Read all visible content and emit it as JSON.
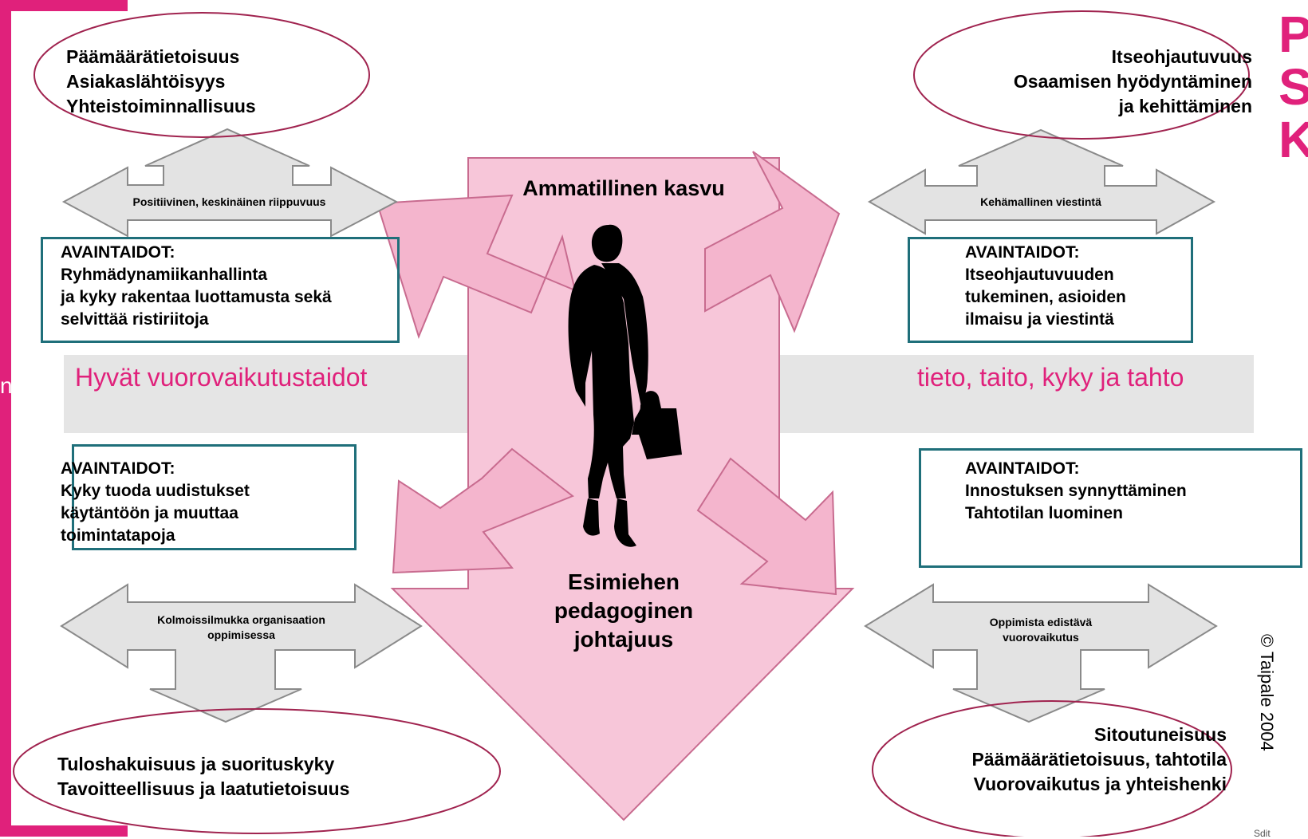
{
  "colors": {
    "accent": "#e0217b",
    "pink_fill": "#f7c6d9",
    "arrow_gray": "#e3e3e3",
    "box_border": "#1f6f7a",
    "band_gray": "#e5e5e5"
  },
  "center": {
    "top_label": "Ammatillinen kasvu",
    "bottom_lines": [
      "Esimiehen",
      "pedagoginen",
      "johtajuus"
    ]
  },
  "band": {
    "left": "Hyvät vuorovaikutustaidot",
    "right": "tieto, taito, kyky ja tahto",
    "edge_fragment": "n"
  },
  "ellipses": {
    "top_left": [
      "Päämäärätietoisuus",
      "Asiakaslähtöisyys",
      "Yhteistoiminnallisuus"
    ],
    "top_right": [
      "Itseohjautuvuus",
      "Osaamisen hyödyntäminen",
      "ja kehittäminen"
    ],
    "bottom_left": [
      "Tuloshakuisuus ja suorituskyky",
      "Tavoitteellisuus ja laatutietoisuus"
    ],
    "bottom_right": [
      "Sitoutuneisuus",
      "Päämäärätietoisuus, tahtotila",
      "Vuorovaikutus ja yhteishenki"
    ]
  },
  "arrows": {
    "top_left": "Positiivinen, keskinäinen riippuvuus",
    "top_right": "Kehämallinen viestintä",
    "bottom_left": [
      "Kolmoissilmukka organisaation",
      "oppimisessa"
    ],
    "bottom_right": [
      "Oppimista edistävä",
      "vuorovaikutus"
    ]
  },
  "boxes": {
    "top_left": [
      "AVAINTAIDOT:",
      "Ryhmädynamiikanhallinta",
      "ja kyky rakentaa luottamusta sekä",
      "selvittää ristiriitoja"
    ],
    "top_right": [
      "AVAINTAIDOT:",
      "Itseohjautuvuuden",
      "tukeminen, asioiden",
      "ilmaisu ja viestintä"
    ],
    "bottom_left": [
      "AVAINTAIDOT:",
      "Kyky tuoda uudistukset",
      "käytäntöön ja muuttaa",
      "toimintatapoja"
    ],
    "bottom_right": [
      "AVAINTAIDOT:",
      "Innostuksen synnyttäminen",
      "Tahtotilan luominen"
    ]
  },
  "copyright": "© Taipale 2004",
  "corner_fragment": "PSK",
  "bottom_fragment": "Sdit"
}
